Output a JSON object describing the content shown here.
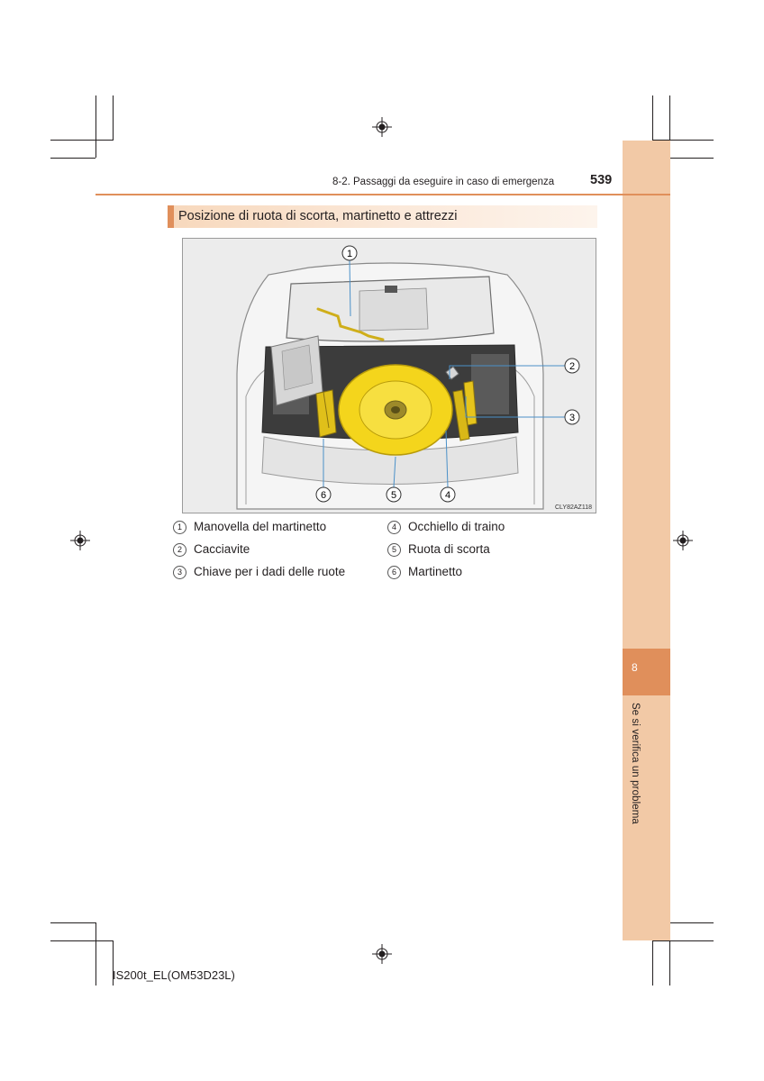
{
  "header": {
    "section": "8-2. Passaggi da eseguire in caso di emergenza",
    "page_number": "539"
  },
  "heading": "Posizione di ruota di scorta, martinetto e attrezzi",
  "figure": {
    "code": "CLY82AZ118",
    "callouts": [
      "1",
      "2",
      "3",
      "4",
      "5",
      "6"
    ]
  },
  "legend": [
    {
      "num": "1",
      "label": "Manovella del martinetto"
    },
    {
      "num": "2",
      "label": "Cacciavite"
    },
    {
      "num": "3",
      "label": "Chiave per i dadi delle ruote"
    },
    {
      "num": "4",
      "label": "Occhiello di traino"
    },
    {
      "num": "5",
      "label": "Ruota di scorta"
    },
    {
      "num": "6",
      "label": "Martinetto"
    }
  ],
  "side_tab": {
    "number": "8",
    "text": "Se si verifica un problema"
  },
  "footer": "IS200t_EL(OM53D23L)",
  "colors": {
    "accent": "#e08f5b",
    "tab_bg": "#f2c9a6",
    "spare_wheel": "#f4d51c"
  }
}
